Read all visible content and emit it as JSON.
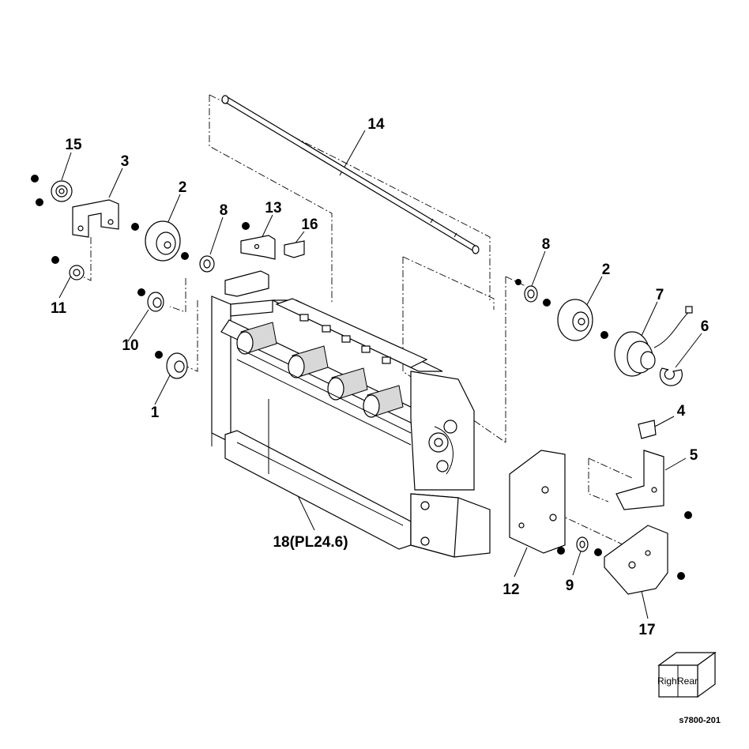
{
  "callouts": [
    {
      "id": "c1",
      "label": "1"
    },
    {
      "id": "c2a",
      "label": "2"
    },
    {
      "id": "c2b",
      "label": "2"
    },
    {
      "id": "c3",
      "label": "3"
    },
    {
      "id": "c4",
      "label": "4"
    },
    {
      "id": "c5",
      "label": "5"
    },
    {
      "id": "c6",
      "label": "6"
    },
    {
      "id": "c7",
      "label": "7"
    },
    {
      "id": "c8a",
      "label": "8"
    },
    {
      "id": "c8b",
      "label": "8"
    },
    {
      "id": "c9",
      "label": "9"
    },
    {
      "id": "c10",
      "label": "10"
    },
    {
      "id": "c11",
      "label": "11"
    },
    {
      "id": "c12",
      "label": "12"
    },
    {
      "id": "c13",
      "label": "13"
    },
    {
      "id": "c14",
      "label": "14"
    },
    {
      "id": "c15",
      "label": "15"
    },
    {
      "id": "c16",
      "label": "16"
    },
    {
      "id": "c17",
      "label": "17"
    },
    {
      "id": "c18",
      "label": "18(PL24.6)"
    }
  ],
  "orientation": {
    "left_face": "Right",
    "front_face": "Rear"
  },
  "figure_id": "s7800-201"
}
